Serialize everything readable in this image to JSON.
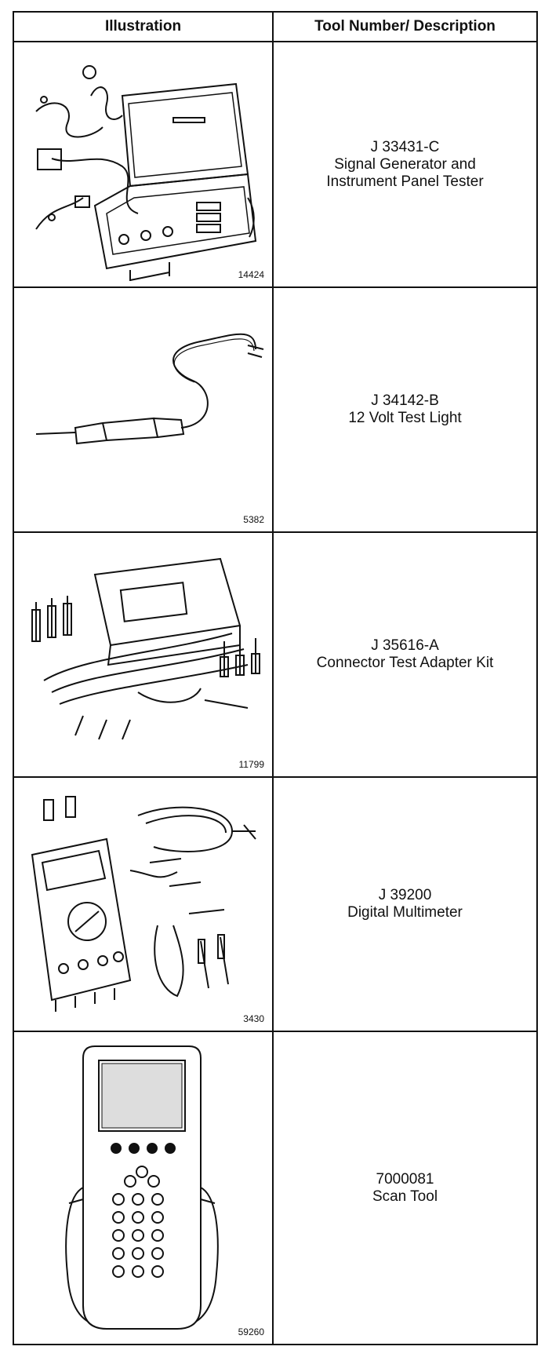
{
  "table": {
    "header": {
      "illustration": "Illustration",
      "tool": "Tool Number/ Description"
    },
    "rows": [
      {
        "figure": "14424",
        "tool_number": "J 33431-C",
        "desc_line1": "Signal Generator and",
        "desc_line2": "Instrument Panel Tester"
      },
      {
        "figure": "5382",
        "tool_number": "J 34142-B",
        "desc_line1": "12 Volt Test Light",
        "desc_line2": ""
      },
      {
        "figure": "11799",
        "tool_number": "J 35616-A",
        "desc_line1": "Connector Test Adapter Kit",
        "desc_line2": ""
      },
      {
        "figure": "3430",
        "tool_number": "J 39200",
        "desc_line1": "Digital Multimeter",
        "desc_line2": ""
      },
      {
        "figure": "59260",
        "tool_number": "7000081",
        "desc_line1": "Scan Tool",
        "desc_line2": ""
      }
    ]
  }
}
